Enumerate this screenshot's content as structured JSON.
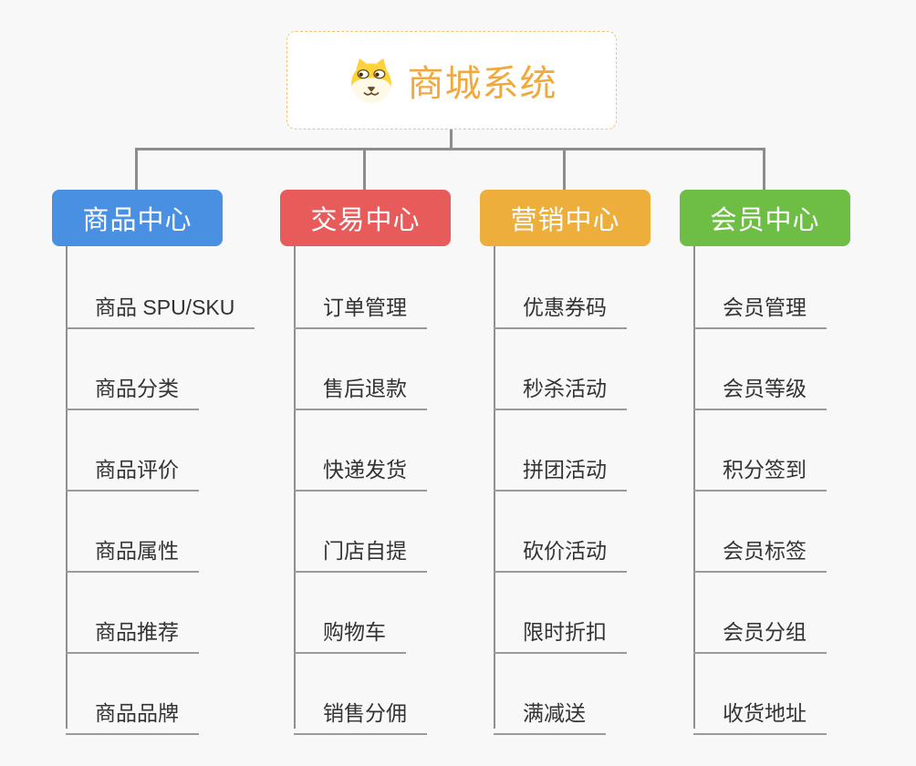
{
  "root": {
    "title": "商城系统",
    "icon": "dog-face-icon",
    "title_color": "#F2A93C",
    "border_color": "#F3C377",
    "background": "#FFFFFF"
  },
  "canvas": {
    "background": "#F8F8F8",
    "connector_color": "#8C8C8C",
    "leaf_line_color": "#9A9A9A",
    "leaf_text_color": "#333333"
  },
  "branches": [
    {
      "label": "商品中心",
      "color": "#4A90E2",
      "items": [
        "商品 SPU/SKU",
        "商品分类",
        "商品评价",
        "商品属性",
        "商品推荐",
        "商品品牌"
      ]
    },
    {
      "label": "交易中心",
      "color": "#E85B5B",
      "items": [
        "订单管理",
        "售后退款",
        "快递发货",
        "门店自提",
        "购物车",
        "销售分佣"
      ]
    },
    {
      "label": "营销中心",
      "color": "#EDAE3C",
      "items": [
        "优惠券码",
        "秒杀活动",
        "拼团活动",
        "砍价活动",
        "限时折扣",
        "满减送"
      ]
    },
    {
      "label": "会员中心",
      "color": "#6EBE45",
      "items": [
        "会员管理",
        "会员等级",
        "积分签到",
        "会员标签",
        "会员分组",
        "收货地址"
      ]
    }
  ]
}
